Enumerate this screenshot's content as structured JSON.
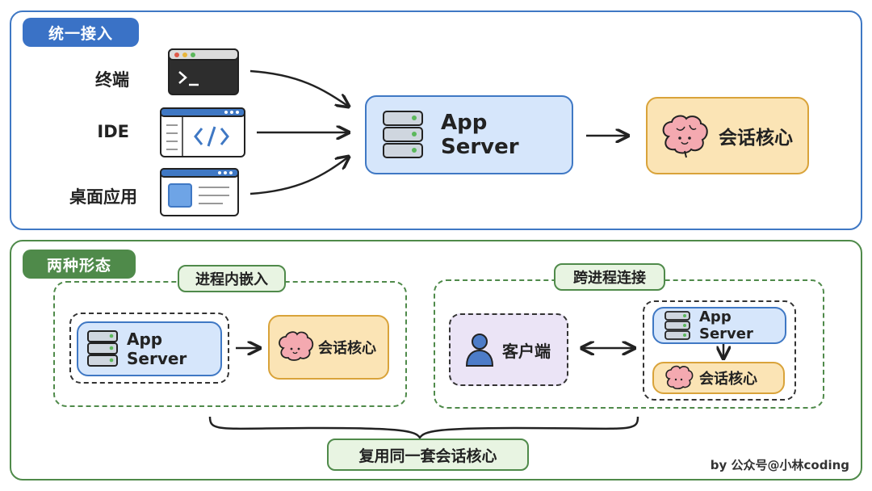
{
  "top": {
    "tag": "统一接入",
    "sources": [
      {
        "label": "终端",
        "icon": "terminal-icon"
      },
      {
        "label": "IDE",
        "icon": "ide-window-icon"
      },
      {
        "label": "桌面应用",
        "icon": "desktop-app-icon"
      }
    ],
    "server_label": "App Server",
    "core_label": "会话核心"
  },
  "bottom": {
    "tag": "两种形态",
    "embed": {
      "tag": "进程内嵌入",
      "server_label": "App Server",
      "core_label": "会话核心"
    },
    "remote": {
      "tag": "跨进程连接",
      "client_label": "客户端",
      "server_label": "App Server",
      "core_label": "会话核心"
    },
    "reuse_label": "复用同一套会话核心"
  },
  "credit": "by 公众号@小林coding",
  "colors": {
    "blue": "#3f78c4",
    "green": "#4f8a4a",
    "server_fill": "#d6e6fb",
    "core_fill": "#fbe4b5",
    "client_fill": "#ebe4f6"
  }
}
